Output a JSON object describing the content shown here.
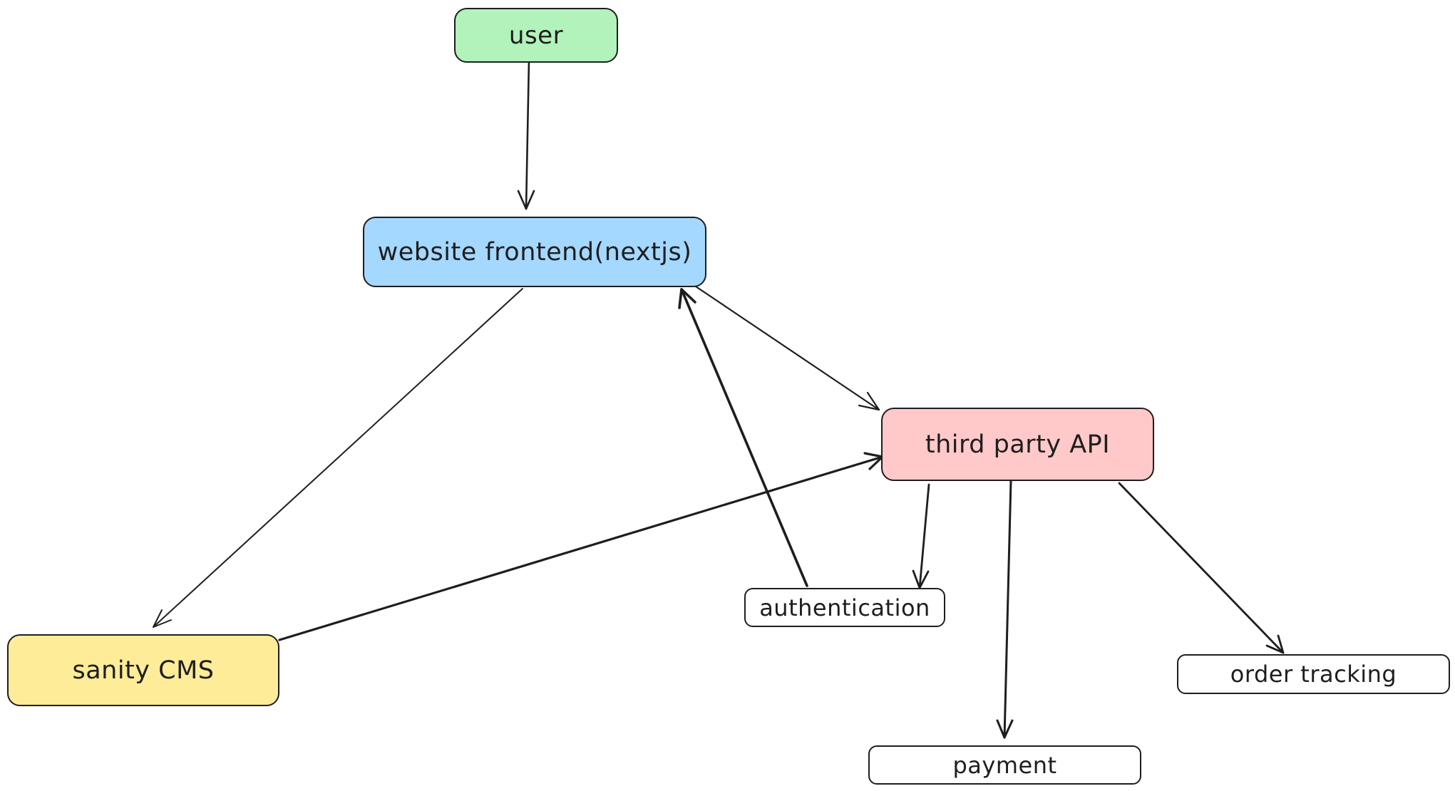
{
  "nodes": {
    "user": {
      "label": "user",
      "fill": "#b2f2bb"
    },
    "frontend": {
      "label": "website frontend(nextjs)",
      "fill": "#a5d8ff"
    },
    "api": {
      "label": "third party API",
      "fill": "#ffc9c9"
    },
    "cms": {
      "label": "sanity CMS",
      "fill": "#ffec99"
    },
    "auth": {
      "label": "authentication",
      "fill": "#ffffff"
    },
    "payment": {
      "label": "payment",
      "fill": "#ffffff"
    },
    "tracking": {
      "label": "order tracking",
      "fill": "#ffffff"
    }
  },
  "edges": [
    {
      "from": "user",
      "to": "frontend"
    },
    {
      "from": "frontend",
      "to": "api"
    },
    {
      "from": "frontend",
      "to": "cms"
    },
    {
      "from": "cms",
      "to": "api"
    },
    {
      "from": "auth",
      "to": "frontend"
    },
    {
      "from": "api",
      "to": "auth"
    },
    {
      "from": "api",
      "to": "payment"
    },
    {
      "from": "api",
      "to": "tracking"
    }
  ],
  "stroke_color": "#1e1e1e"
}
